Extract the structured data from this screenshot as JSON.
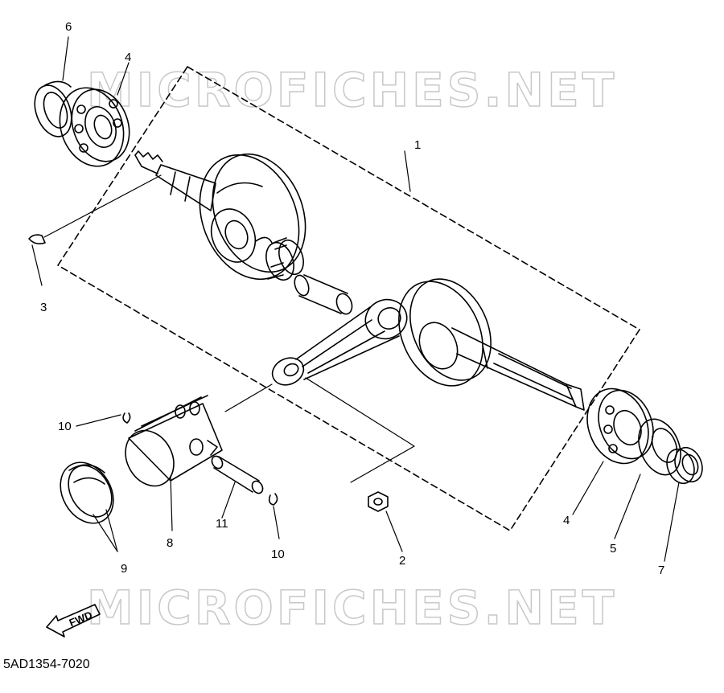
{
  "watermark": "MICROFICHES.NET",
  "diagram_code": "5AD1354-7020",
  "fwd_label": "FWD",
  "callouts": {
    "c1": "1",
    "c2": "2",
    "c3": "3",
    "c4a": "4",
    "c4b": "4",
    "c5": "5",
    "c6": "6",
    "c7": "7",
    "c8": "8",
    "c9": "9",
    "c10a": "10",
    "c10b": "10",
    "c11": "11"
  }
}
